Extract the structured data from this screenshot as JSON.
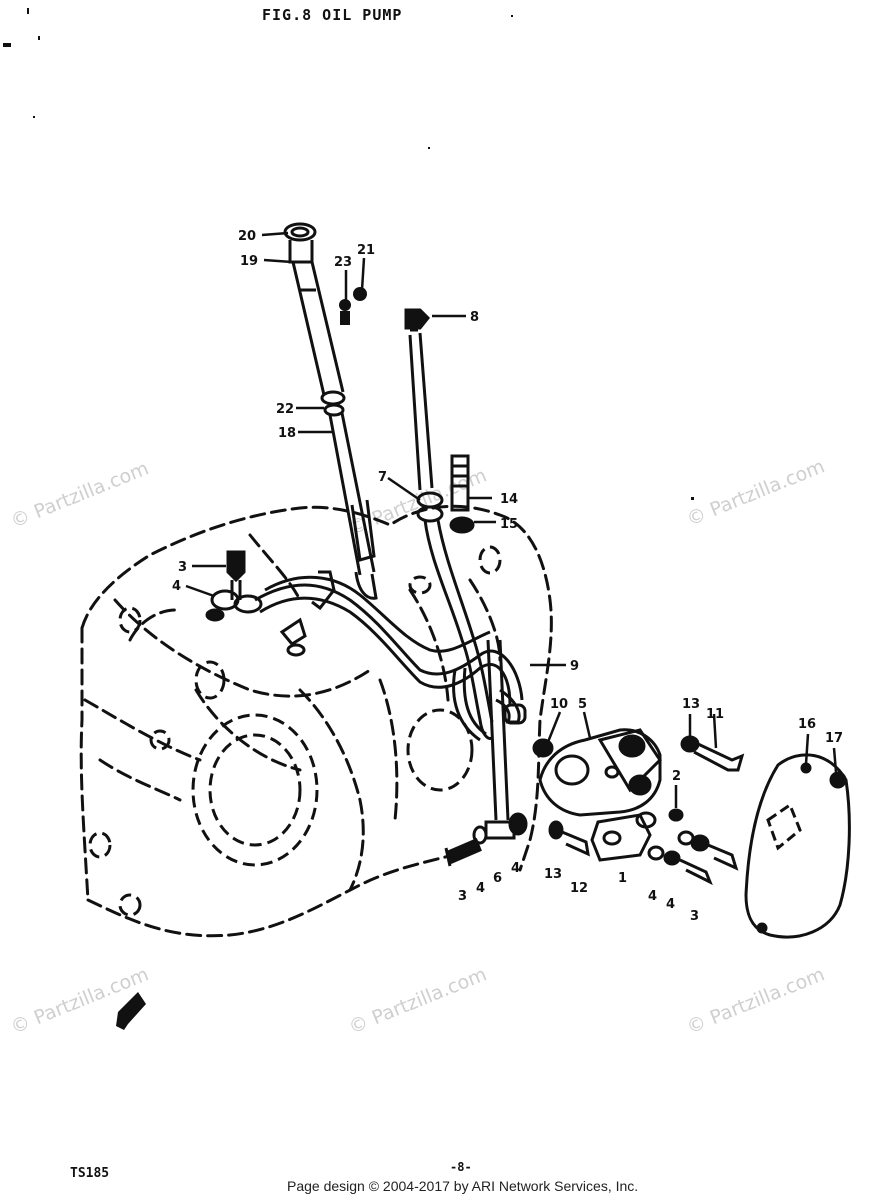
{
  "title": "FIG.8 OIL PUMP",
  "model": "TS185",
  "page_number": "-8-",
  "footer": "Page design © 2004-2017 by ARI Network Services, Inc.",
  "watermark": "© Partzilla.com",
  "callouts": {
    "c20": "20",
    "c19": "19",
    "c23": "23",
    "c21": "21",
    "c8": "8",
    "c22": "22",
    "c18": "18",
    "c7": "7",
    "c14": "14",
    "c15": "15",
    "c3a": "3",
    "c4a": "4",
    "c9": "9",
    "c10": "10",
    "c5": "5",
    "c13a": "13",
    "c11": "11",
    "c16": "16",
    "c17": "17",
    "c2": "2",
    "c3b": "3",
    "c4b": "4",
    "c6": "6",
    "c4c": "4",
    "c13b": "13",
    "c12": "12",
    "c1": "1",
    "c4d": "4",
    "c4e": "4",
    "c3c": "3"
  }
}
